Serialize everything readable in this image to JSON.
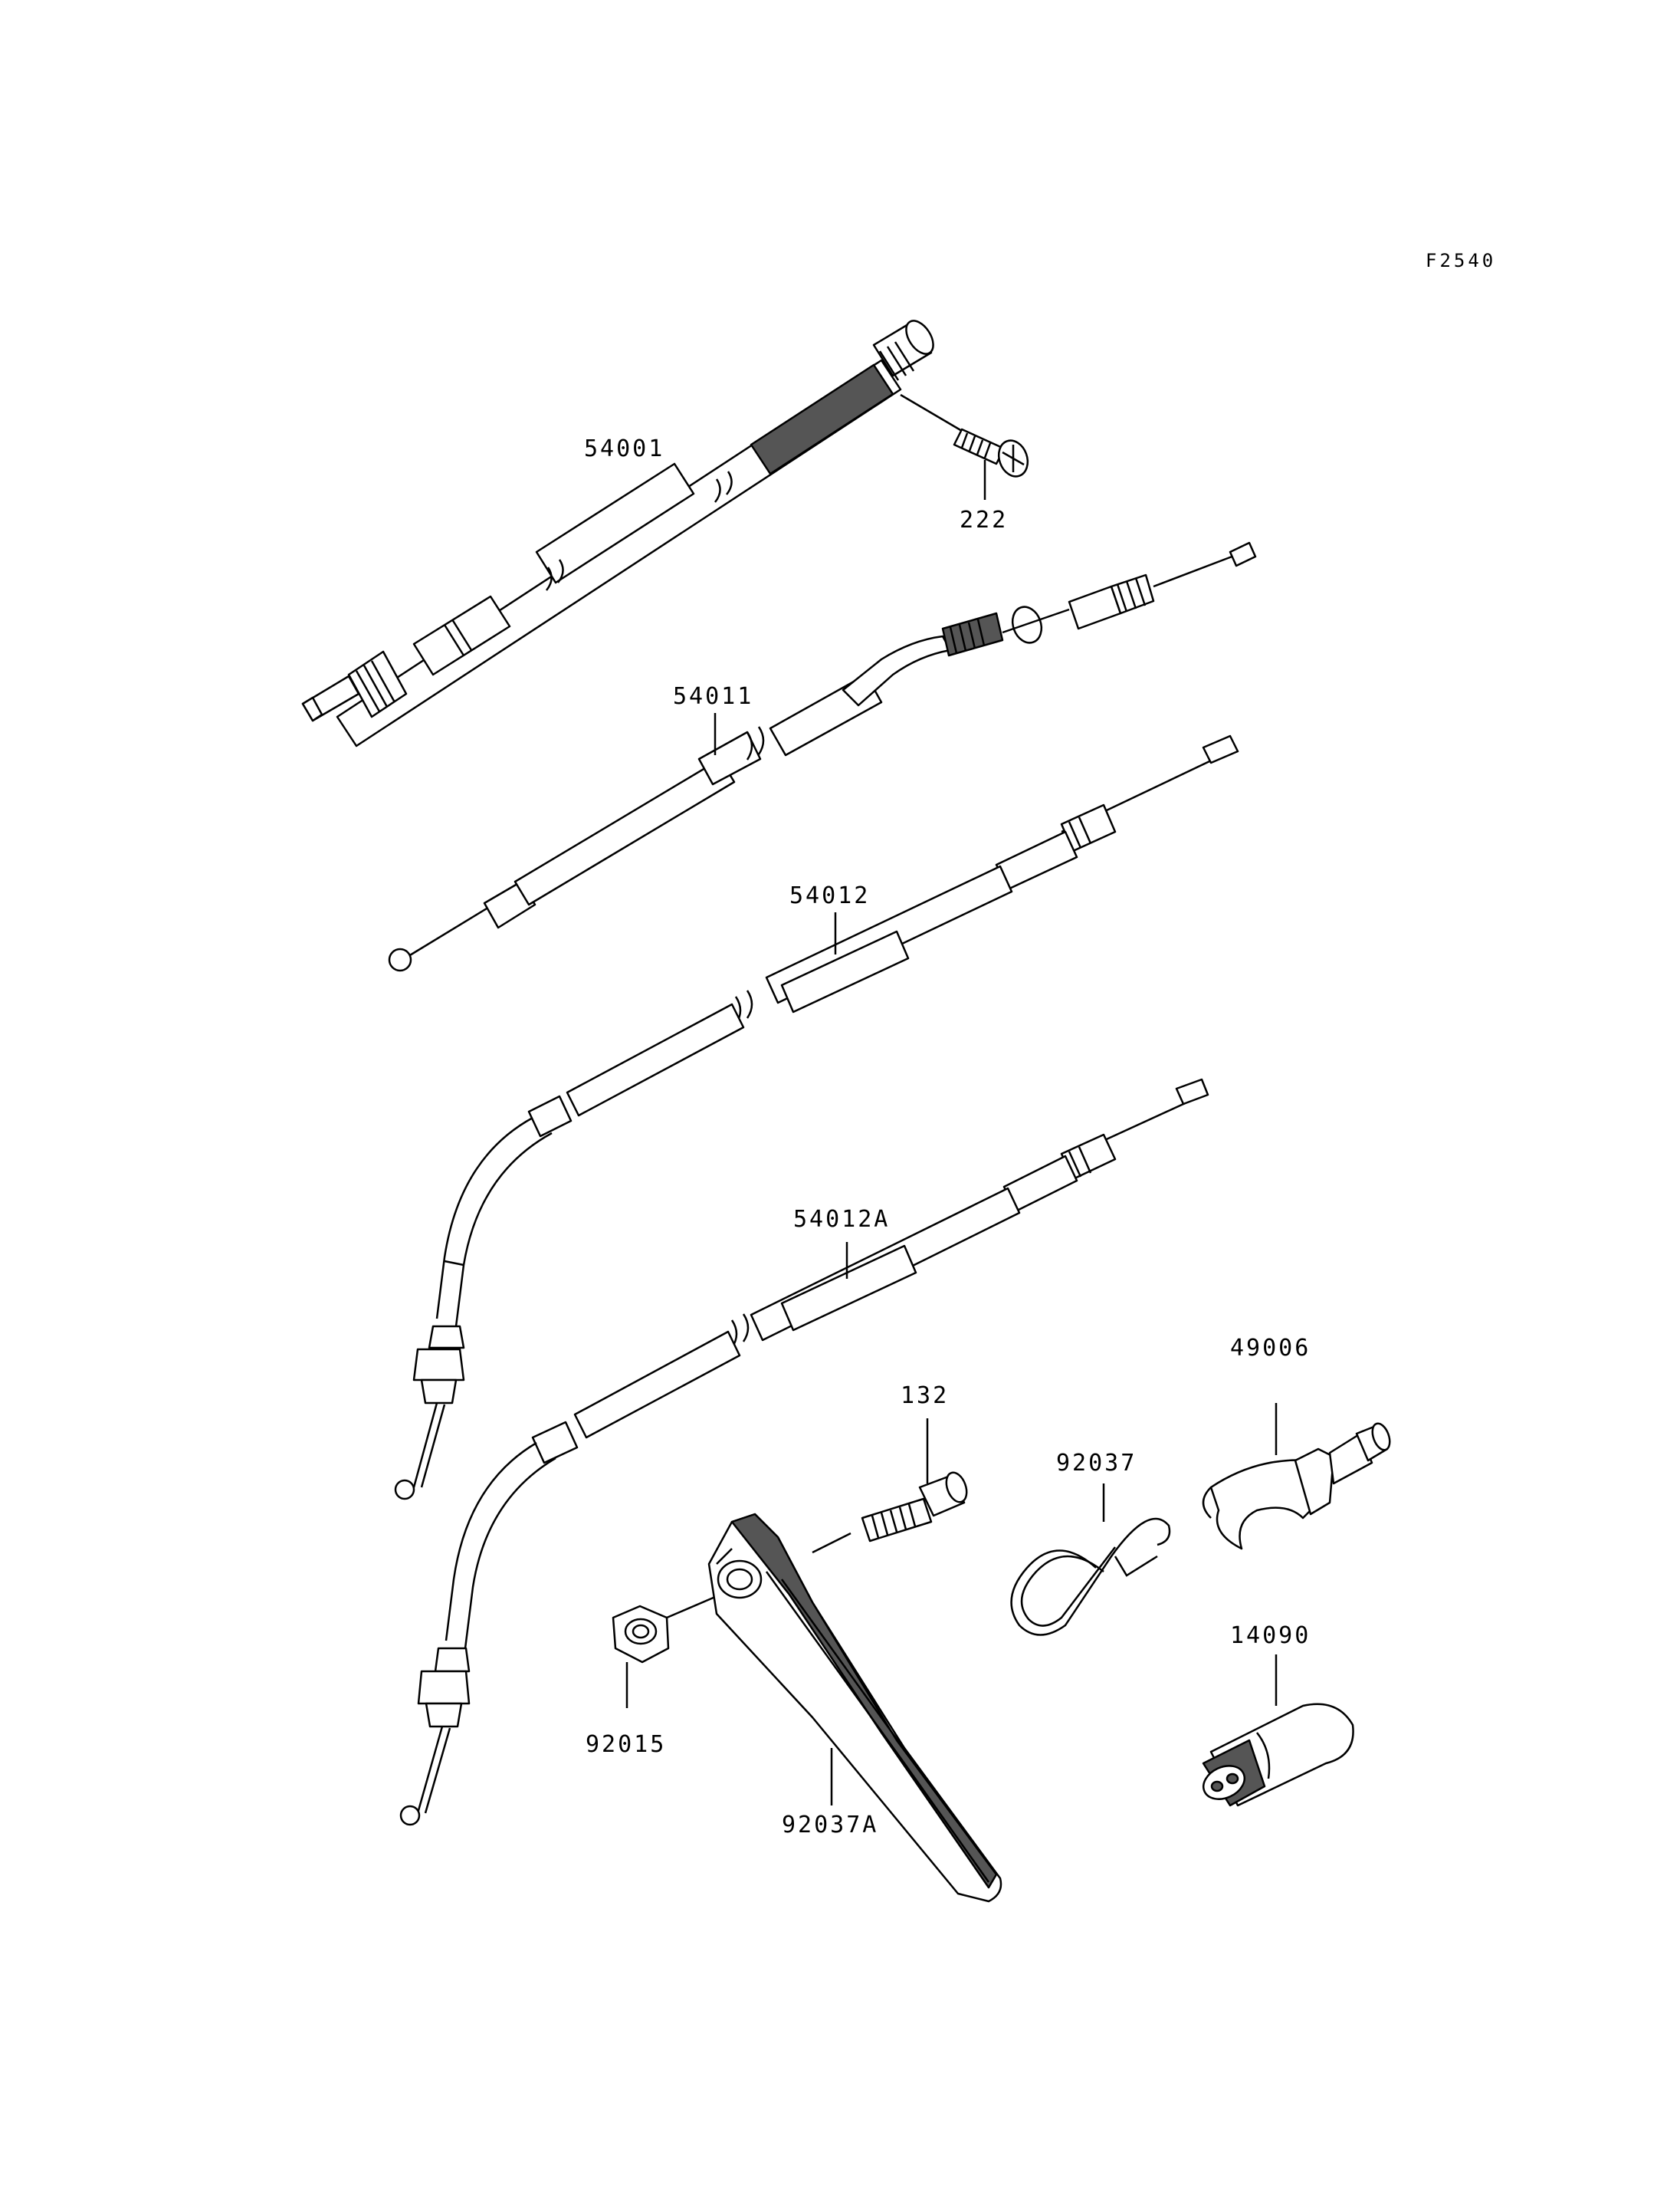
{
  "figure_code": "F2540",
  "parts": {
    "p54001": "54001",
    "p222": "222",
    "p54011": "54011",
    "p54012": "54012",
    "p54012A": "54012A",
    "p132": "132",
    "p92037": "92037",
    "p49006": "49006",
    "p92015": "92015",
    "p92037A": "92037A",
    "p14090": "14090"
  }
}
